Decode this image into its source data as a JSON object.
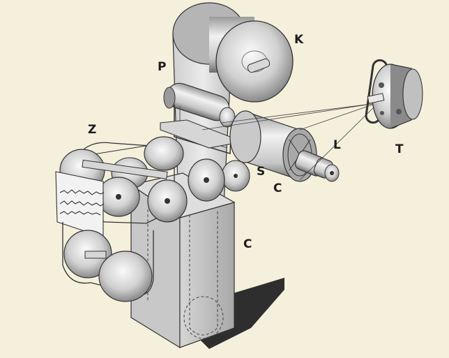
{
  "labels": {
    "K": "K",
    "P": "P",
    "Z": "Z",
    "S": "S",
    "L": "L",
    "C_drum": "C",
    "C_box": "C",
    "T": "T"
  },
  "colors": {
    "paper": "#f4f0dc",
    "ink": "#1c1c1c",
    "metal_light": "#e4e4e4",
    "metal_mid": "#b8b8b8",
    "metal_dark": "#6a6a6a",
    "shadow": "#2e2e2e"
  }
}
